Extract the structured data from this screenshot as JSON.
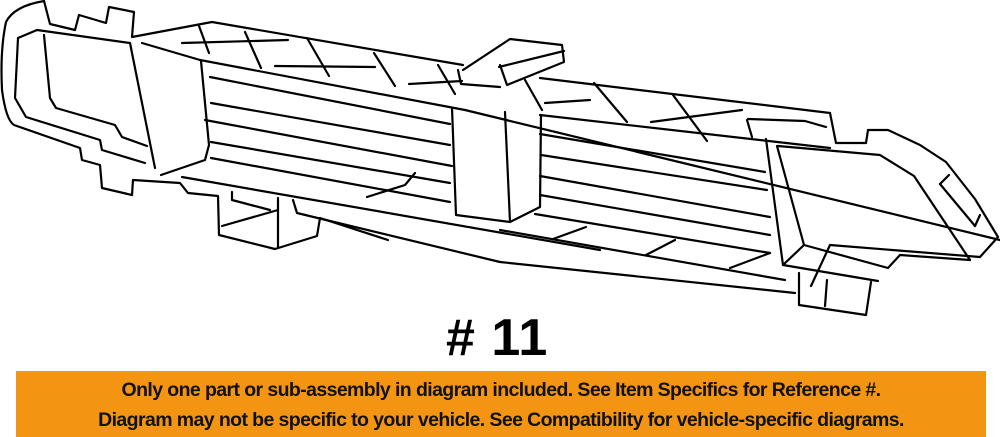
{
  "diagram": {
    "subject": "front grille air shutter assembly line drawing",
    "stroke_color": "#000000",
    "background_color": "#ffffff"
  },
  "reference": {
    "label": "# 11"
  },
  "banner": {
    "background_color": "#f39512",
    "text_color": "#111111",
    "line1": "Only one part or sub-assembly in diagram included. See Item Specifics for Reference #.",
    "line2": "Diagram may not be specific to your vehicle. See Compatibility for vehicle-specific diagrams."
  }
}
